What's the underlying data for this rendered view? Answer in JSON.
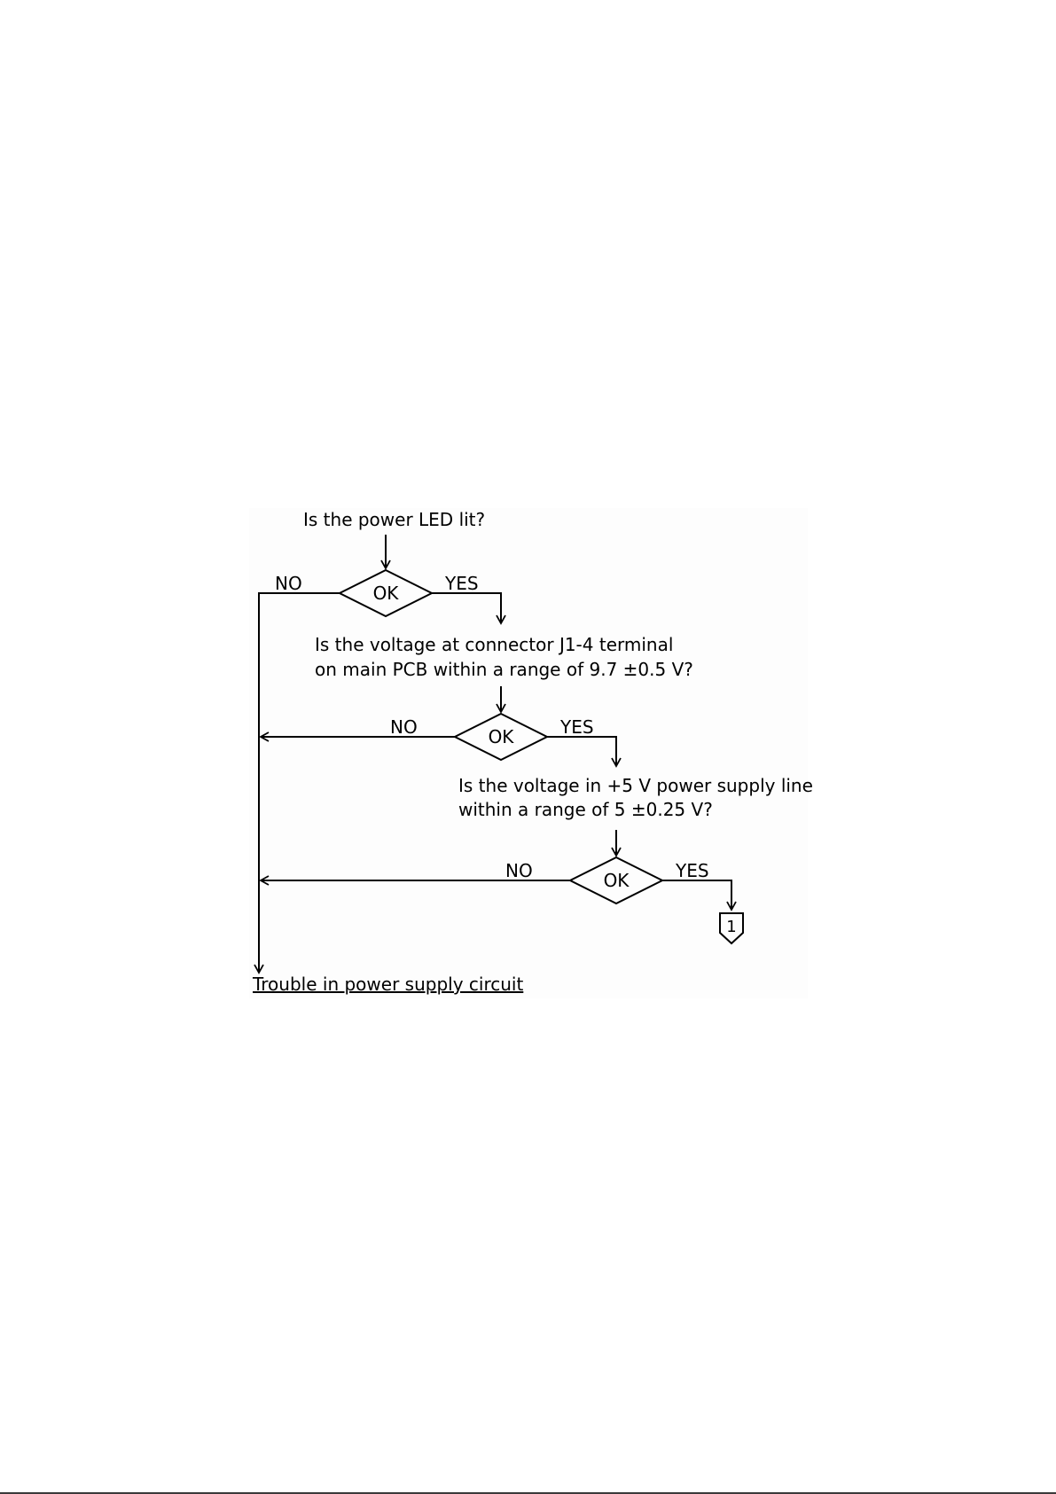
{
  "flowchart": {
    "question_1": "Is the power LED lit?",
    "question_2": [
      "Is the voltage at connector J1-4 terminal",
      "on main PCB within a range of 9.7 ±0.5 V?"
    ],
    "question_3": [
      "Is the voltage in +5 V power supply line",
      "within a range of 5 ±0.25 V?"
    ],
    "decisions": [
      {
        "label": "OK",
        "no": "NO",
        "yes": "YES"
      },
      {
        "label": "OK",
        "no": "NO",
        "yes": "YES"
      },
      {
        "label": "OK",
        "no": "NO",
        "yes": "YES"
      }
    ],
    "connector_label": "1",
    "result": "Trouble in power supply circuit"
  }
}
